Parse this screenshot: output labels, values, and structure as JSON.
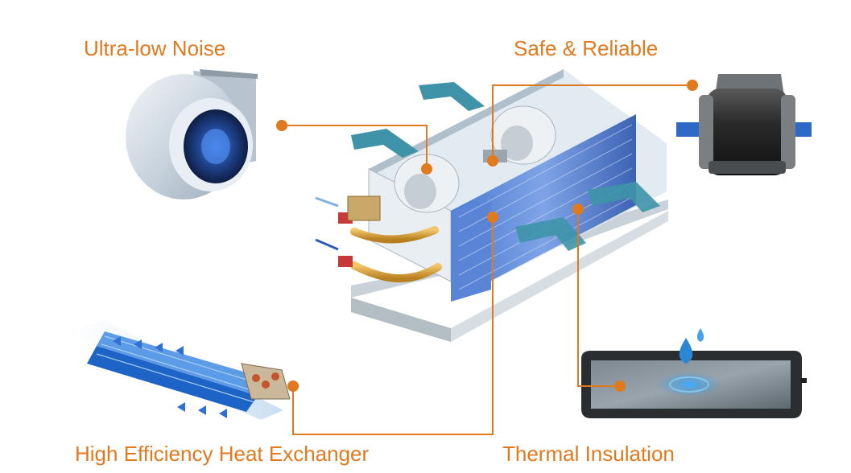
{
  "labels": {
    "ultra_low_noise": "Ultra-low Noise",
    "safe_reliable": "Safe & Reliable",
    "high_efficiency": "High Efficiency Heat Exchanger",
    "thermal_insulation": "Thermal Insulation"
  },
  "colors": {
    "accent": "#E17A1E",
    "coil_blue": "#3F6FC6",
    "airflow_teal": "#3E93A8",
    "casing": "#D9E3EA",
    "motor_dark": "#2A2A2A"
  },
  "icons": {
    "fan": "blower-fan-icon",
    "motor": "motor-icon",
    "coil": "heat-exchanger-coil-icon",
    "pan": "drain-pan-icon",
    "water": "water-drop-icon"
  }
}
